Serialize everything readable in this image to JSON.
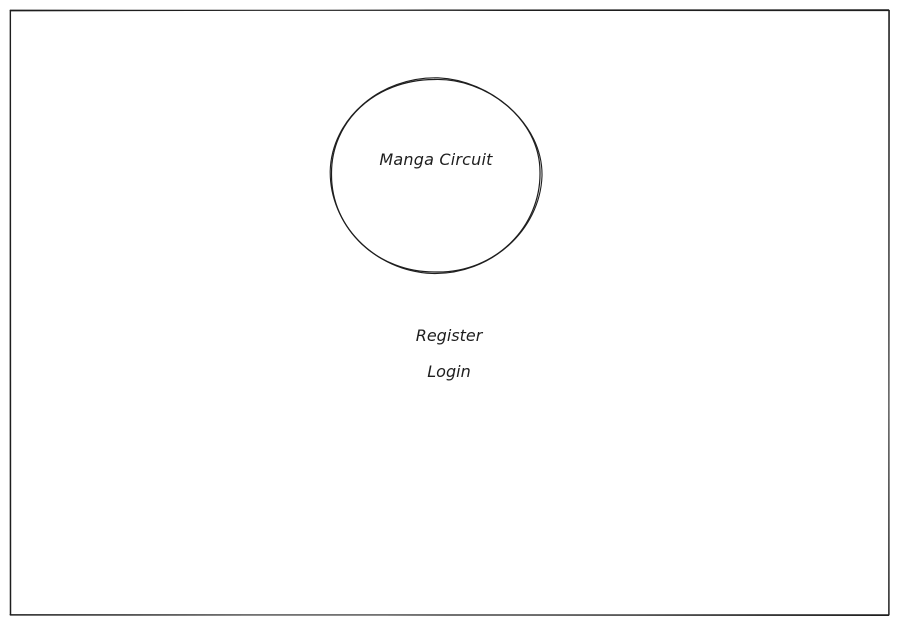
{
  "app": {
    "title": "Manga Circuit"
  },
  "actions": {
    "register_label": "Register",
    "login_label": "Login"
  },
  "colors": {
    "stroke": "#1e1e1e",
    "background": "#ffffff"
  }
}
